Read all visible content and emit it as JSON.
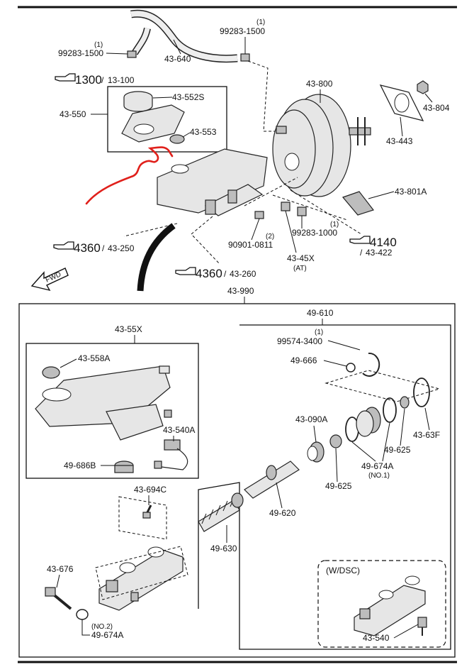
{
  "callouts": {
    "c_1500a": "99283-1500",
    "c_1500a_qty": "(1)",
    "c_1500b": "99283-1500",
    "c_1500b_qty": "(1)",
    "c_640": "43-640",
    "ref_1300": "1300",
    "ref_1300_sub": "13-100",
    "c_550": "43-550",
    "c_552s": "43-552S",
    "c_553": "43-553",
    "c_800": "43-800",
    "c_804": "43-804",
    "c_443": "43-443",
    "c_801a": "43-801A",
    "ref_4360a": "4360",
    "ref_4360a_sub": "43-250",
    "c_0811": "90901-0811",
    "c_0811_qty": "(2)",
    "c_1000": "99283-1000",
    "c_1000_qty": "(1)",
    "ref_4140": "4140",
    "ref_4140_sub": "43-422",
    "c_45x": "43-45X",
    "c_45x_note": "(AT)",
    "ref_4360b": "4360",
    "ref_4360b_sub": "43-260",
    "fwd": "FWD",
    "c_990": "43-990",
    "c_55x": "43-55X",
    "c_558a": "43-558A",
    "c_540a": "43-540A",
    "c_686b": "49-686B",
    "c_610": "49-610",
    "c_3400": "99574-3400",
    "c_3400_qty": "(1)",
    "c_666": "49-666",
    "c_090a": "43-090A",
    "c_63f": "43-63F",
    "c_625a": "49-625",
    "c_674a_no1": "49-674A",
    "c_674a_no1_note": "(NO.1)",
    "c_625b": "49-625",
    "c_620": "49-620",
    "c_630": "49-630",
    "c_694c": "43-694C",
    "c_676": "43-676",
    "c_674a_no2": "49-674A",
    "c_674a_no2_note": "(NO.2)",
    "wdsc": "(W/DSC)",
    "c_540": "43-540"
  },
  "icons": [
    "pointing-hand-icon",
    "fwd-arrow-icon"
  ],
  "colors": {
    "annotation": "#e0201b",
    "line": "#111111"
  }
}
